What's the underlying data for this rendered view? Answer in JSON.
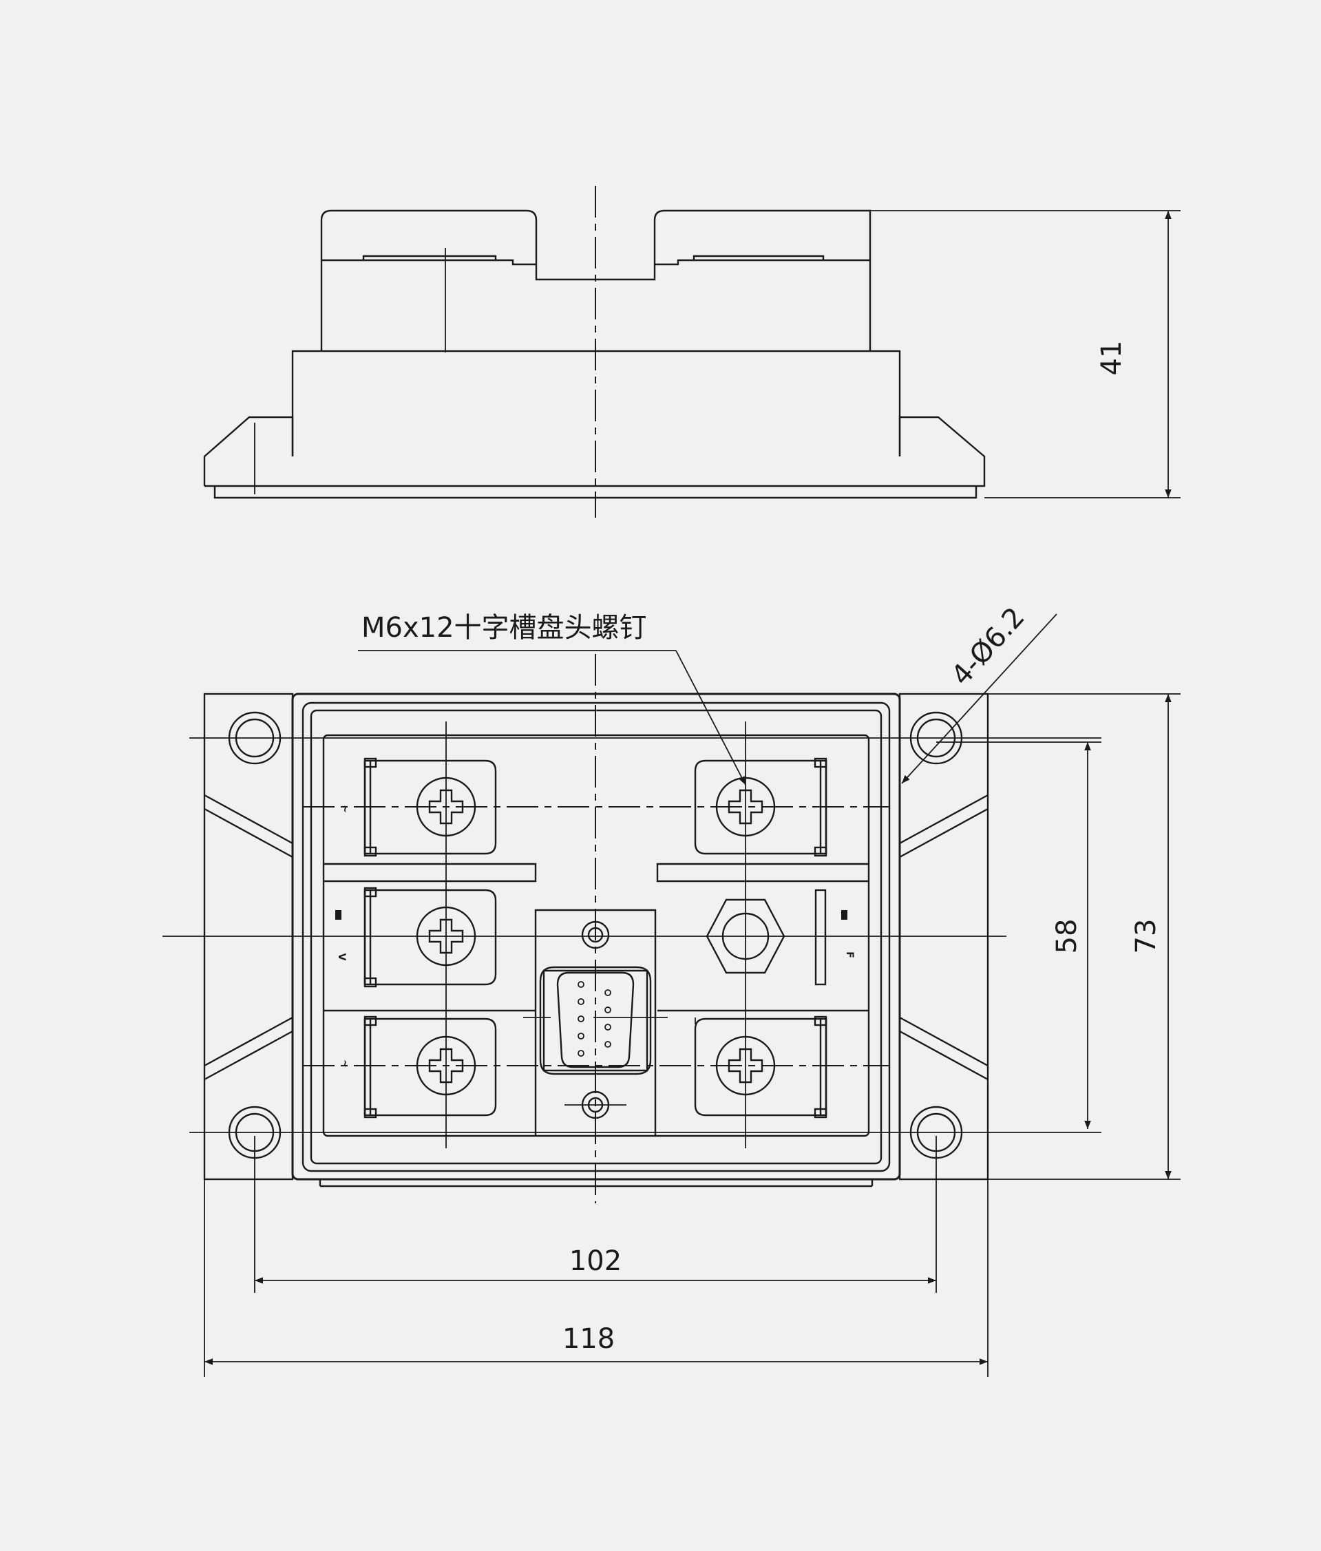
{
  "dimensions": {
    "height": "41",
    "hole_spacing_vertical": "58",
    "body_height": "73",
    "hole_spacing_horizontal": "102",
    "overall_width": "118",
    "mounting_holes": "4-Ø6.2"
  },
  "callout": {
    "screw": "M6x12十字槽盘头螺钉"
  },
  "terminal_marks": {
    "left_top": "~",
    "left_mid": "V",
    "left_bottom": "~",
    "right_mid": "F"
  }
}
